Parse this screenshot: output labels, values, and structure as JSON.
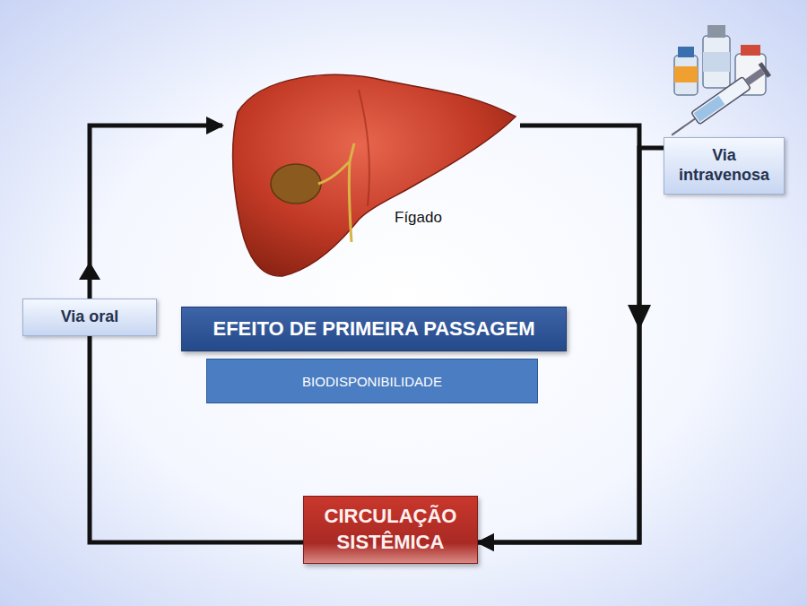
{
  "diagram": {
    "nodes": [
      {
        "text": [
          "Fígado"
        ]
      },
      {
        "text": [
          "Via intravenosa"
        ]
      },
      {
        "text": [
          "Via oral"
        ]
      },
      {
        "text": [
          "EFEITO DE PRIMEIRA PASSAGEM"
        ]
      },
      {
        "text": [
          "BIODISPONIBILIDADE"
        ]
      },
      {
        "text": [
          "CIRCULAÇÃO SISTÊMICA"
        ]
      }
    ],
    "edges": [
      {
        "from": 2,
        "to": 0,
        "arrow": "to"
      },
      {
        "from": 0,
        "to": 5,
        "arrow": "to"
      },
      {
        "from": 1,
        "to": 5,
        "arrow": "to"
      },
      {
        "from": 5,
        "to": 2,
        "arrow": "none"
      }
    ]
  }
}
